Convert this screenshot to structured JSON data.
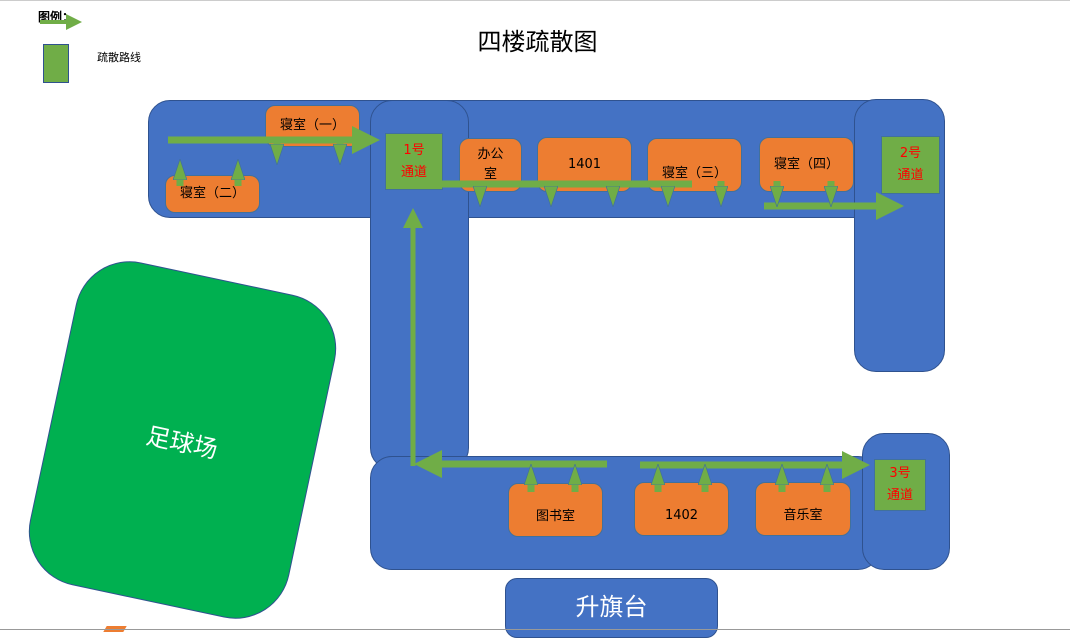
{
  "title": "四楼疏散图",
  "legend": {
    "heading": "图例：",
    "route_label": "疏散路线"
  },
  "rooms": {
    "dorm1": "寝室（一）",
    "dorm2": "寝室（二）",
    "office": "办公室",
    "r1401": "1401",
    "dorm3": "寝室（三）",
    "dorm4": "寝室（四）",
    "library": "图书室",
    "r1402": "1402",
    "music": "音乐室"
  },
  "channels": {
    "c1": "1号\n通道",
    "c2": "2号\n通道",
    "c3": "3号\n通道"
  },
  "field": "足球场",
  "stage": "升旗台",
  "colors": {
    "corridor": "#4472c4",
    "room": "#ed7d31",
    "route": "#70ad47",
    "field": "#00b050",
    "channel_text": "#ff0000"
  }
}
